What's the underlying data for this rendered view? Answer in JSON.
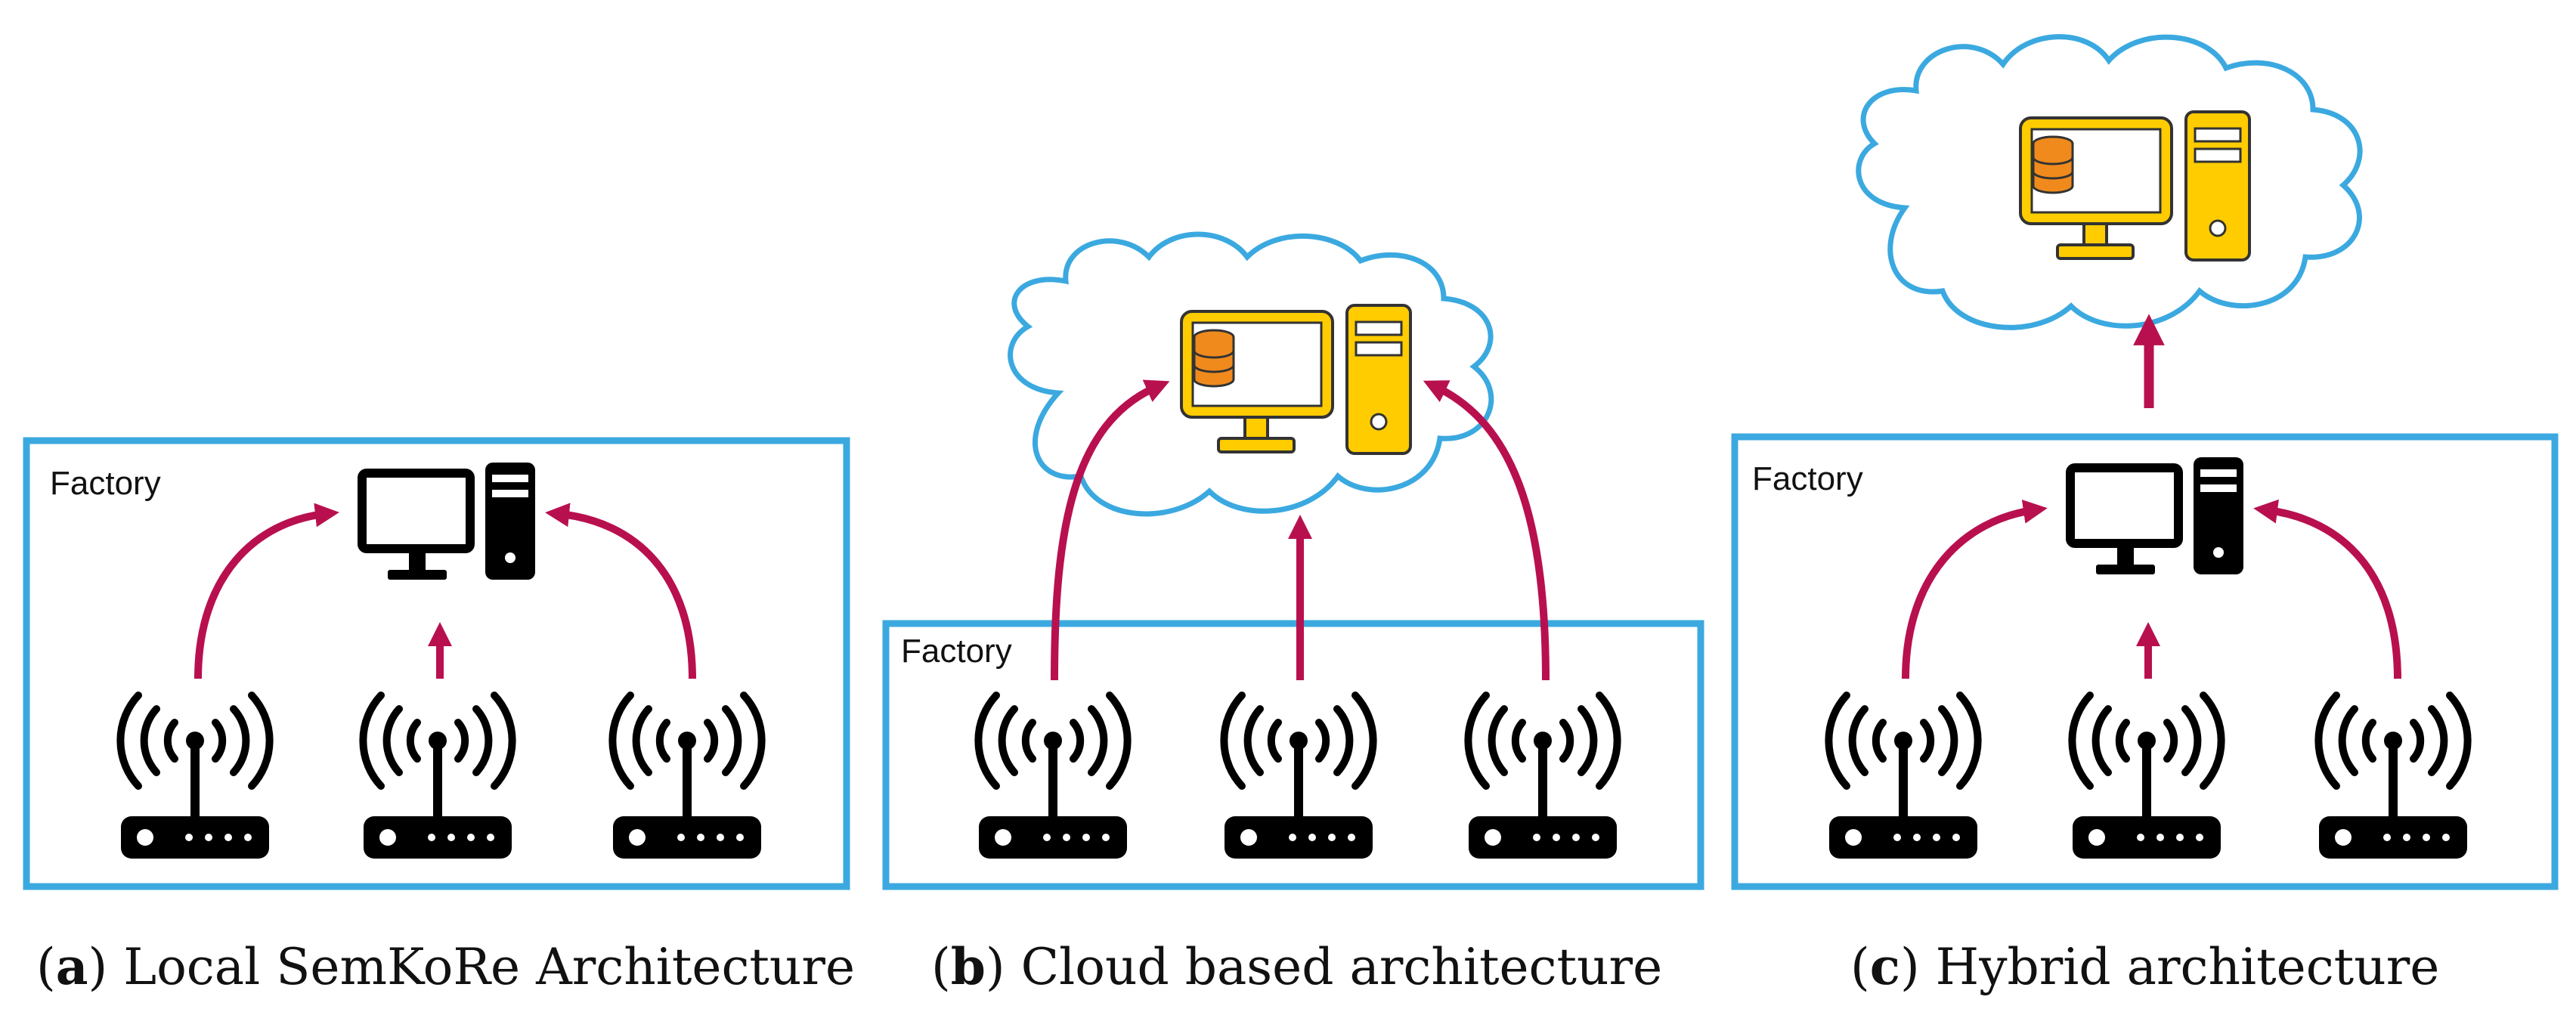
{
  "colors": {
    "frame": "#3ba9e0",
    "arrow": "#b8104f",
    "computer_local": "#000000",
    "computer_cloud_fill": "#ffcc00",
    "computer_cloud_stroke": "#333333",
    "database": "#f08a1c",
    "cloud_stroke": "#3ba9e0"
  },
  "icons": [
    "wifi-router-icon",
    "desktop-computer-icon",
    "database-icon",
    "cloud-icon"
  ],
  "panels": [
    {
      "id": "a",
      "factory_label": "Factory",
      "caption_letter": "a",
      "caption_text": ") Local SemKoRe Architecture"
    },
    {
      "id": "b",
      "factory_label": "Factory",
      "caption_letter": "b",
      "caption_text": ") Cloud based architecture"
    },
    {
      "id": "c",
      "factory_label": "Factory",
      "caption_letter": "c",
      "caption_text": ") Hybrid architecture"
    }
  ]
}
